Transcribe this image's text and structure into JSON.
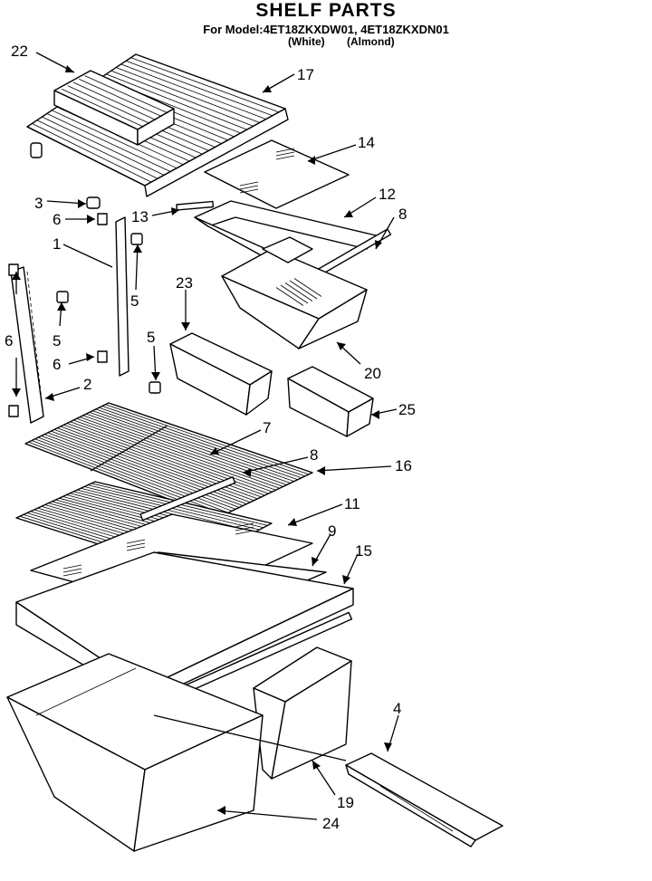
{
  "header": {
    "title": "SHELF PARTS",
    "model_line": "For Model:4ET18ZKXDW01, 4ET18ZKXDN01",
    "color_white": "(White)",
    "color_almond": "(Almond)"
  },
  "callouts": [
    {
      "id": "22",
      "label": "22"
    },
    {
      "id": "17",
      "label": "17"
    },
    {
      "id": "14",
      "label": "14"
    },
    {
      "id": "12",
      "label": "12"
    },
    {
      "id": "8a",
      "label": "8"
    },
    {
      "id": "3",
      "label": "3"
    },
    {
      "id": "6a",
      "label": "6"
    },
    {
      "id": "13",
      "label": "13"
    },
    {
      "id": "1",
      "label": "1"
    },
    {
      "id": "5a",
      "label": "5"
    },
    {
      "id": "23",
      "label": "23"
    },
    {
      "id": "6b",
      "label": "6"
    },
    {
      "id": "5b",
      "label": "5"
    },
    {
      "id": "5c",
      "label": "5"
    },
    {
      "id": "20",
      "label": "20"
    },
    {
      "id": "6c",
      "label": "6"
    },
    {
      "id": "2",
      "label": "2"
    },
    {
      "id": "25",
      "label": "25"
    },
    {
      "id": "7",
      "label": "7"
    },
    {
      "id": "8b",
      "label": "8"
    },
    {
      "id": "16",
      "label": "16"
    },
    {
      "id": "11",
      "label": "11"
    },
    {
      "id": "9",
      "label": "9"
    },
    {
      "id": "15",
      "label": "15"
    },
    {
      "id": "4",
      "label": "4"
    },
    {
      "id": "19",
      "label": "19"
    },
    {
      "id": "24",
      "label": "24"
    }
  ]
}
